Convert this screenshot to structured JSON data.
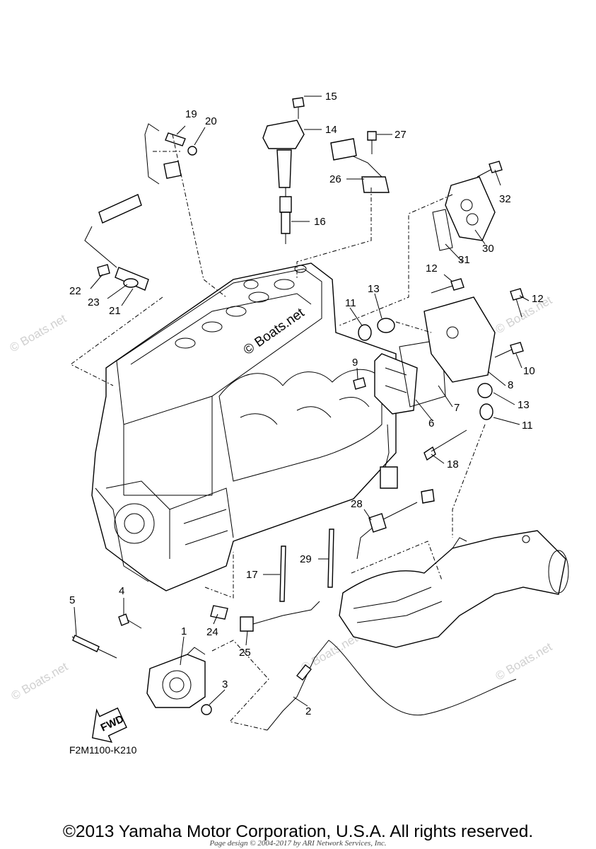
{
  "diagram": {
    "code": "F2M1100-K210",
    "fwd_label": "FWD",
    "center_watermark": "© Boats.net",
    "side_watermark": "© Boats.net",
    "callouts": [
      "1",
      "2",
      "3",
      "4",
      "5",
      "6",
      "7",
      "8",
      "9",
      "10",
      "11",
      "11",
      "12",
      "12",
      "13",
      "13",
      "14",
      "15",
      "16",
      "17",
      "18",
      "19",
      "20",
      "21",
      "22",
      "23",
      "24",
      "25",
      "26",
      "27",
      "28",
      "29",
      "30",
      "31",
      "32"
    ]
  },
  "footer": {
    "copyright": "©2013 Yamaha Motor Corporation, U.S.A. All rights reserved.",
    "credit": "Page design © 2004-2017 by ARI Network Services, Inc."
  }
}
